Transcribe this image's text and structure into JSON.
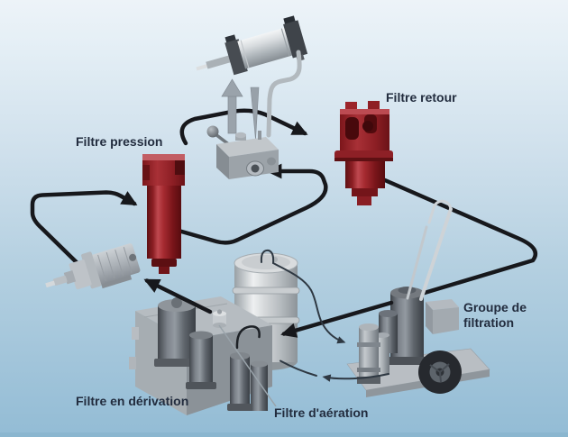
{
  "diagram": {
    "labels": {
      "pressure_filter": "Filtre pression",
      "return_filter": "Filtre retour",
      "filtration_group": "Groupe de filtration",
      "bypass_filter": "Filtre en dérivation",
      "breather_filter": "Filtre d'aération"
    },
    "components": [
      {
        "name": "hydraulic-cylinder"
      },
      {
        "name": "directional-control-valve"
      },
      {
        "name": "pressure-filter"
      },
      {
        "name": "return-filter"
      },
      {
        "name": "gear-pump"
      },
      {
        "name": "reservoir-power-unit"
      },
      {
        "name": "oil-drum"
      },
      {
        "name": "breather-filter"
      },
      {
        "name": "filtration-cart"
      }
    ],
    "colors": {
      "background_top": "#edf3f8",
      "background_bottom": "#93bcd5",
      "filter_red": "#a1262c",
      "flow_line": "#17181c",
      "label_text": "#222c3e"
    }
  }
}
